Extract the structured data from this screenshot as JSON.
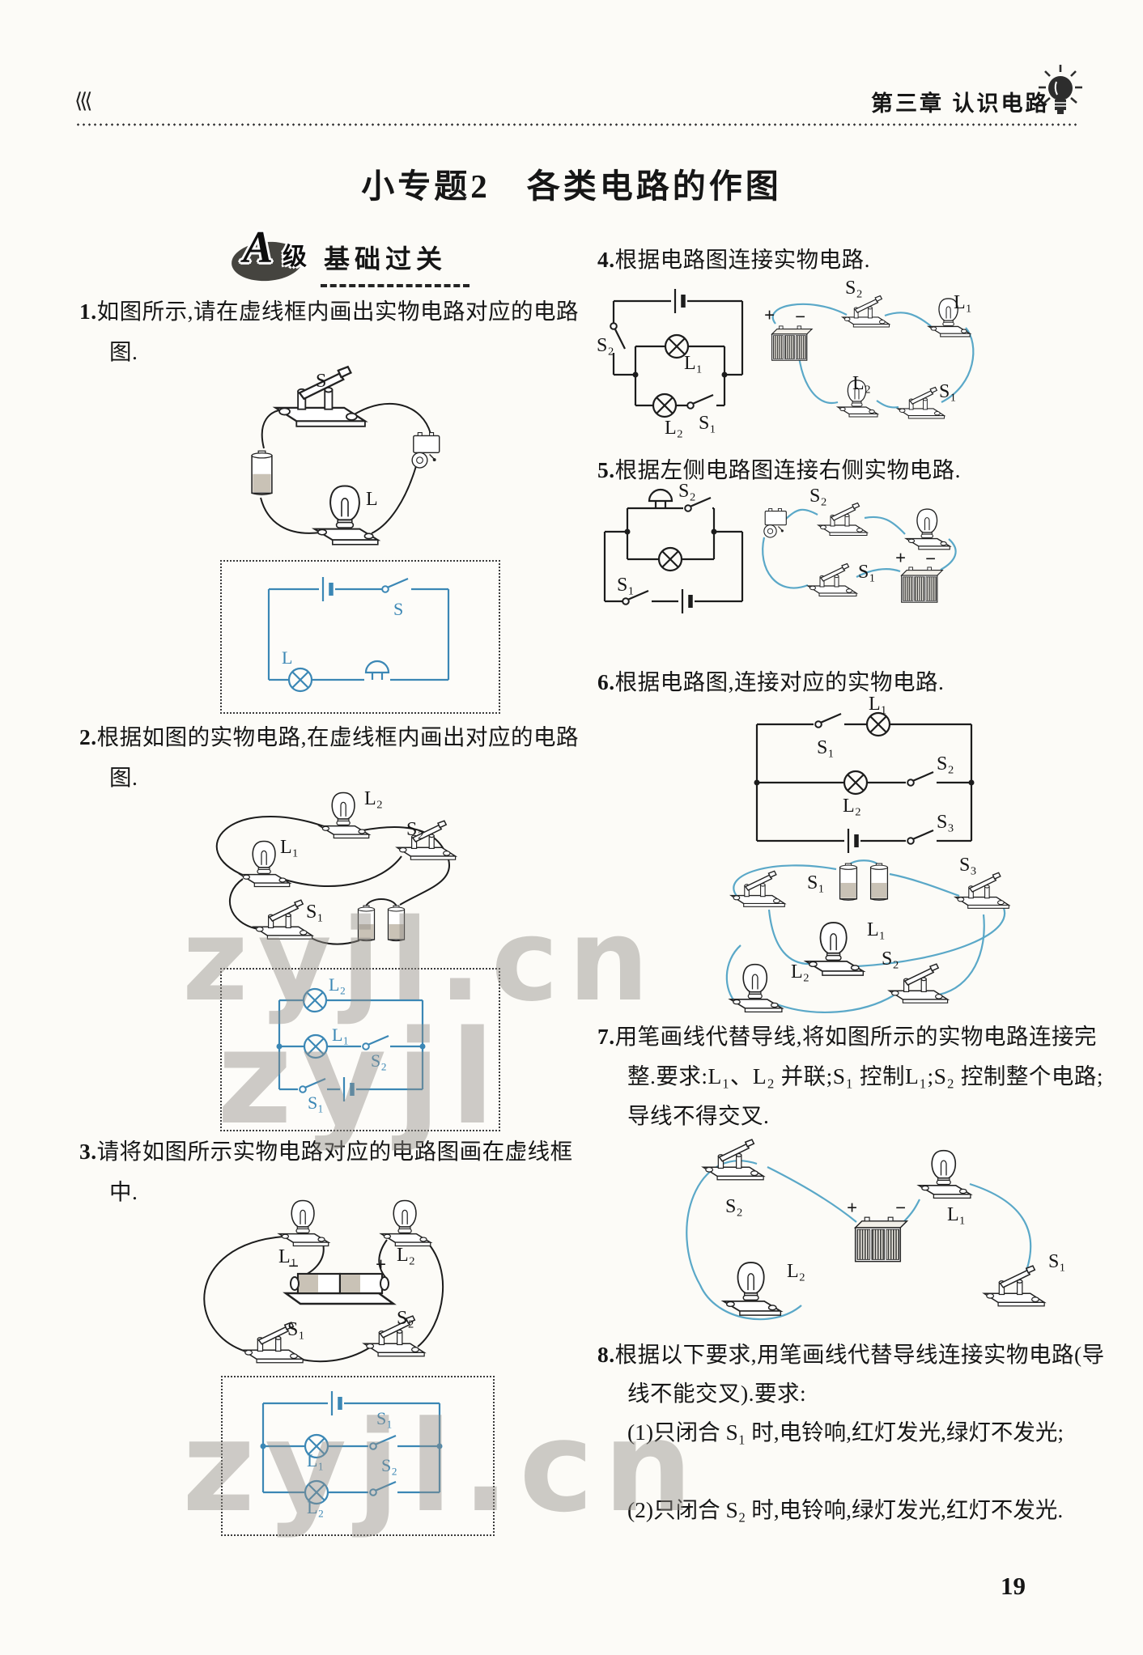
{
  "header": {
    "back_marker": "⟨⟨⟨",
    "chapter": "第三章  认识电路"
  },
  "title": "小专题2　各类电路的作图",
  "badge": {
    "grade": "A",
    "grade_suffix": "级",
    "label": "基础过关"
  },
  "questions": {
    "q1": {
      "num": "1.",
      "text": "如图所示,请在虚线框内画出实物电路对应的电路图."
    },
    "q2": {
      "num": "2.",
      "text": "根据如图的实物电路,在虚线框内画出对应的电路图."
    },
    "q3": {
      "num": "3.",
      "text": "请将如图所示实物电路对应的电路图画在虚线框中."
    },
    "q4": {
      "num": "4.",
      "text": "根据电路图连接实物电路."
    },
    "q5": {
      "num": "5.",
      "text": "根据左侧电路图连接右侧实物电路."
    },
    "q6": {
      "num": "6.",
      "text": "根据电路图,连接对应的实物电路."
    },
    "q7": {
      "num": "7.",
      "text": "用笔画线代替导线,将如图所示的实物电路连接完整.要求:L₁、L₂ 并联;S₁ 控制L₁;S₂ 控制整个电路;导线不得交叉."
    },
    "q8": {
      "num": "8.",
      "text": "根据以下要求,用笔画线代替导线连接实物电路(导线不能交叉).要求:",
      "item1": "(1)只闭合 S₁ 时,电铃响,红灯发光,绿灯不发光;",
      "item2": "(2)只闭合 S₂ 时,电铃响,绿灯发光,红灯不发光."
    }
  },
  "fig": {
    "s": "S",
    "l": "L",
    "l1": "L₁",
    "l2": "L₂",
    "s1": "S₁",
    "s2": "S₂",
    "s3": "S₃",
    "plus": "+",
    "minus": "−"
  },
  "watermark": {
    "text": "zyjl.cn",
    "text_short": "zyjl"
  },
  "page": {
    "number": "19"
  },
  "colors": {
    "ink": "#161616",
    "answer_circuit_blue": "#3b87b5",
    "wire_blue": "#5aa8c8",
    "watermark_gray": "#928e87",
    "paper": "#fcfbf7"
  }
}
